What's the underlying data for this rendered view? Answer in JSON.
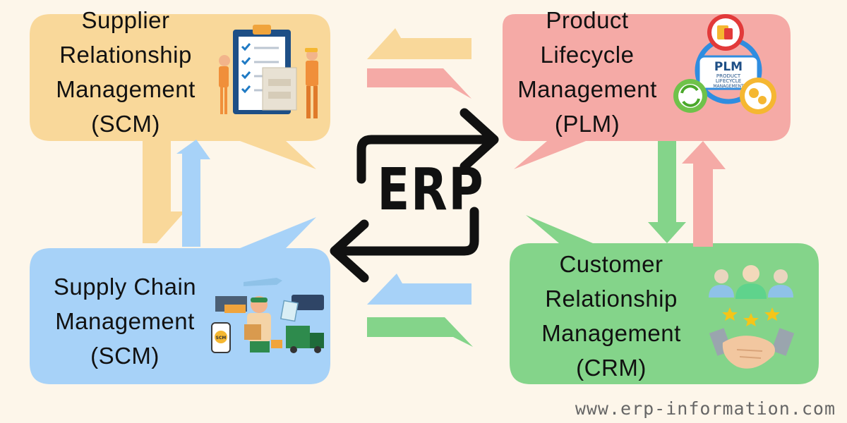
{
  "boxes": {
    "srm": {
      "lines": [
        "Supplier",
        "Relationship",
        "Management",
        "(SCM)"
      ],
      "color": "#f9d89a"
    },
    "plm": {
      "lines": [
        "Product",
        "Lifecycle",
        "Management",
        "(PLM)"
      ],
      "color": "#f5aaa6"
    },
    "scm": {
      "lines": [
        "Supply Chain",
        "Management",
        "(SCM)"
      ],
      "color": "#a7d2f8"
    },
    "crm": {
      "lines": [
        "Customer",
        "Relationship",
        "Management",
        "(CRM)"
      ],
      "color": "#84d48a"
    }
  },
  "center": {
    "label": "ERP"
  },
  "illustrations": {
    "plm_badge": [
      "PLM",
      "PRODUCT",
      "LIFECYCLE",
      "MANAGEMENT"
    ],
    "scm_phone": "SCM"
  },
  "footer": {
    "website": "www.erp-information.com"
  },
  "icons": [
    "clipboard-checklist-icon",
    "plm-cycle-icon",
    "logistics-icon",
    "customers-handshake-icon"
  ]
}
